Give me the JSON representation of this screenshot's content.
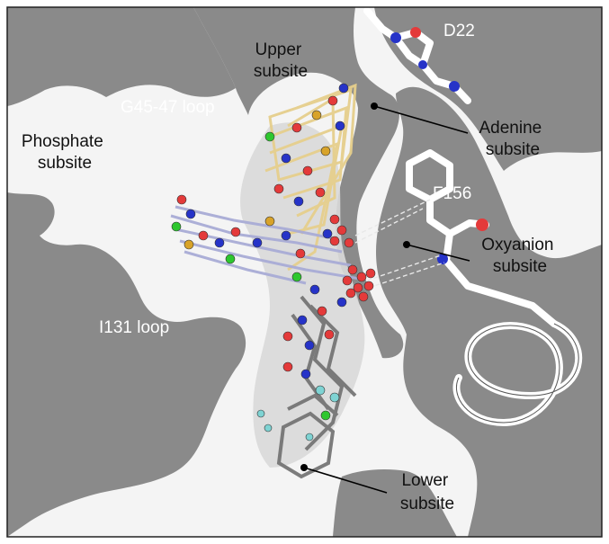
{
  "figure": {
    "colors": {
      "cavity_grey": "#8a8a8a",
      "surface_white": "#f4f4f4",
      "ligand_tan": "#e6cf8c",
      "ligand_lavender": "#a9acd6",
      "ligand_grey": "#707070",
      "oxygen_red": "#e43a3a",
      "nitrogen_blue": "#2633c8",
      "chlorine_green": "#2ec72e",
      "sulfur_orange": "#d8a32a",
      "fluorine_cyan": "#7ed3d3"
    },
    "labels": {
      "d22": "D22",
      "upper": [
        "Upper",
        "subsite"
      ],
      "g45": "G45-47 loop",
      "adenine": [
        "Adenine",
        "subsite"
      ],
      "phosphate": [
        "Phosphate",
        "subsite"
      ],
      "f156": "F156",
      "oxyanion": [
        "Oxyanion",
        "subsite"
      ],
      "i131": "I131 loop",
      "lower": [
        "Lower",
        "subsite"
      ]
    }
  }
}
